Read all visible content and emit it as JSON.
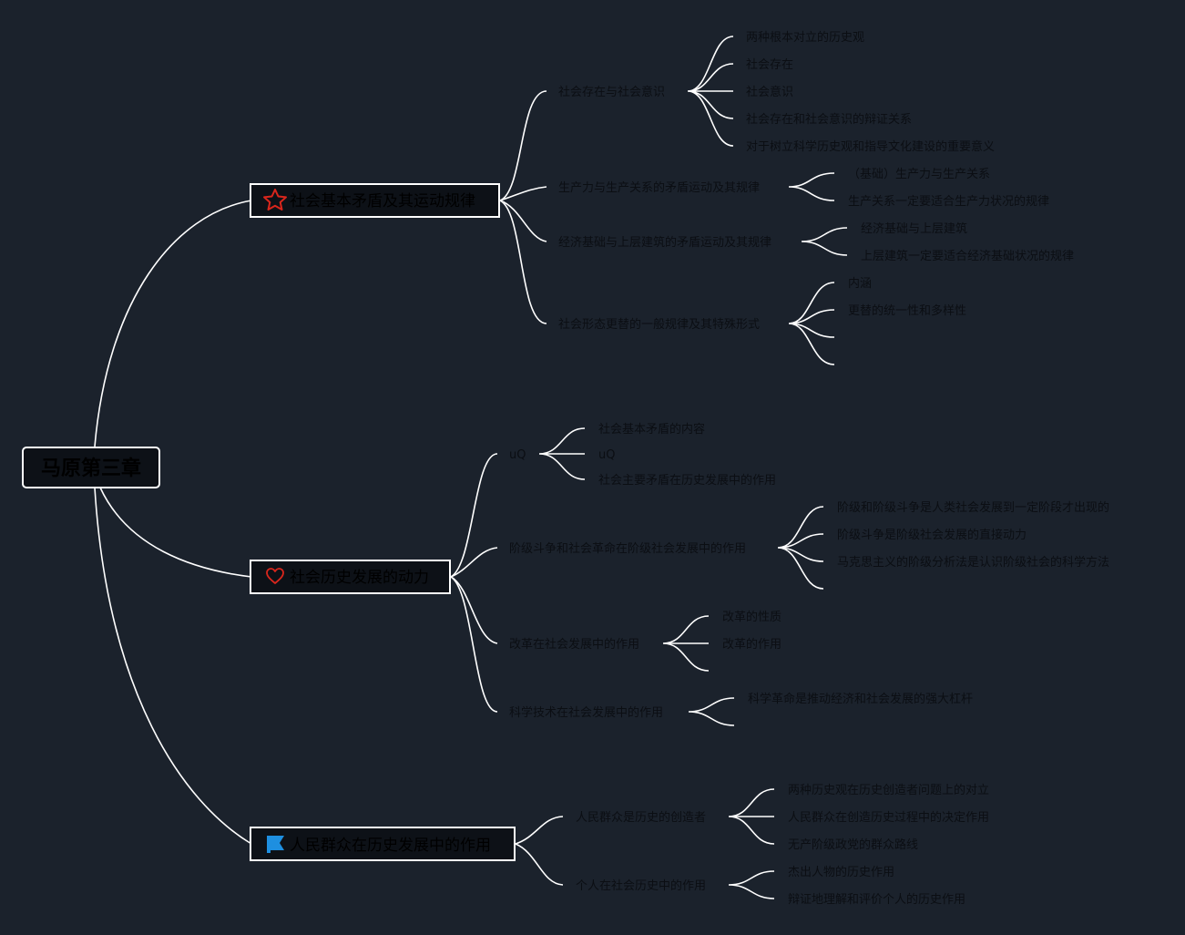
{
  "root": {
    "label": "马原第三章"
  },
  "topics": [
    {
      "label": "社会基本矛盾及其运动规律",
      "icon": "star-icon",
      "icon_color": "#d9261c",
      "children": [
        {
          "label": "社会存在与社会意识",
          "children": [
            "两种根本对立的历史观",
            "社会存在",
            "社会意识",
            "社会存在和社会意识的辩证关系",
            "对于树立科学历史观和指导文化建设的重要意义"
          ]
        },
        {
          "label": "生产力与生产关系的矛盾运动及其规律",
          "children": [
            "（基础）生产力与生产关系",
            "生产关系一定要适合生产力状况的规律"
          ]
        },
        {
          "label": "经济基础与上层建筑的矛盾运动及其规律",
          "children": [
            "经济基础与上层建筑",
            "上层建筑一定要适合经济基础状况的规律"
          ]
        },
        {
          "label": "社会形态更替的一般规律及其特殊形式",
          "children": [
            "内涵",
            "更替的统一性和多样性",
            "",
            ""
          ]
        }
      ]
    },
    {
      "label": "社会历史发展的动力",
      "icon": "heart-icon",
      "icon_color": "#d9261c",
      "children": [
        {
          "label": "uQ",
          "children": [
            "社会基本矛盾的内容",
            "uQ",
            "社会主要矛盾在历史发展中的作用"
          ]
        },
        {
          "label": "阶级斗争和社会革命在阶级社会发展中的作用",
          "children": [
            "阶级和阶级斗争是人类社会发展到一定阶段才出现的",
            "阶级斗争是阶级社会发展的直接动力",
            "马克思主义的阶级分析法是认识阶级社会的科学方法"
          ]
        },
        {
          "label": "改革在社会发展中的作用",
          "children": [
            "改革的性质",
            "改革的作用"
          ]
        },
        {
          "label": "科学技术在社会发展中的作用",
          "children": [
            "科学革命是推动经济和社会发展的强大杠杆"
          ]
        }
      ]
    },
    {
      "label": "人民群众在历史发展中的作用",
      "icon": "flag-icon",
      "icon_color": "#1e8fe0",
      "children": [
        {
          "label": "人民群众是历史的创造者",
          "children": [
            "两种历史观在历史创造者问题上的对立",
            "人民群众在创造历史过程中的决定作用",
            "无产阶级政党的群众路线"
          ]
        },
        {
          "label": "个人在社会历史中的作用",
          "children": [
            "杰出人物的历史作用",
            "辩证地理解和评价个人的历史作用"
          ]
        }
      ]
    }
  ]
}
